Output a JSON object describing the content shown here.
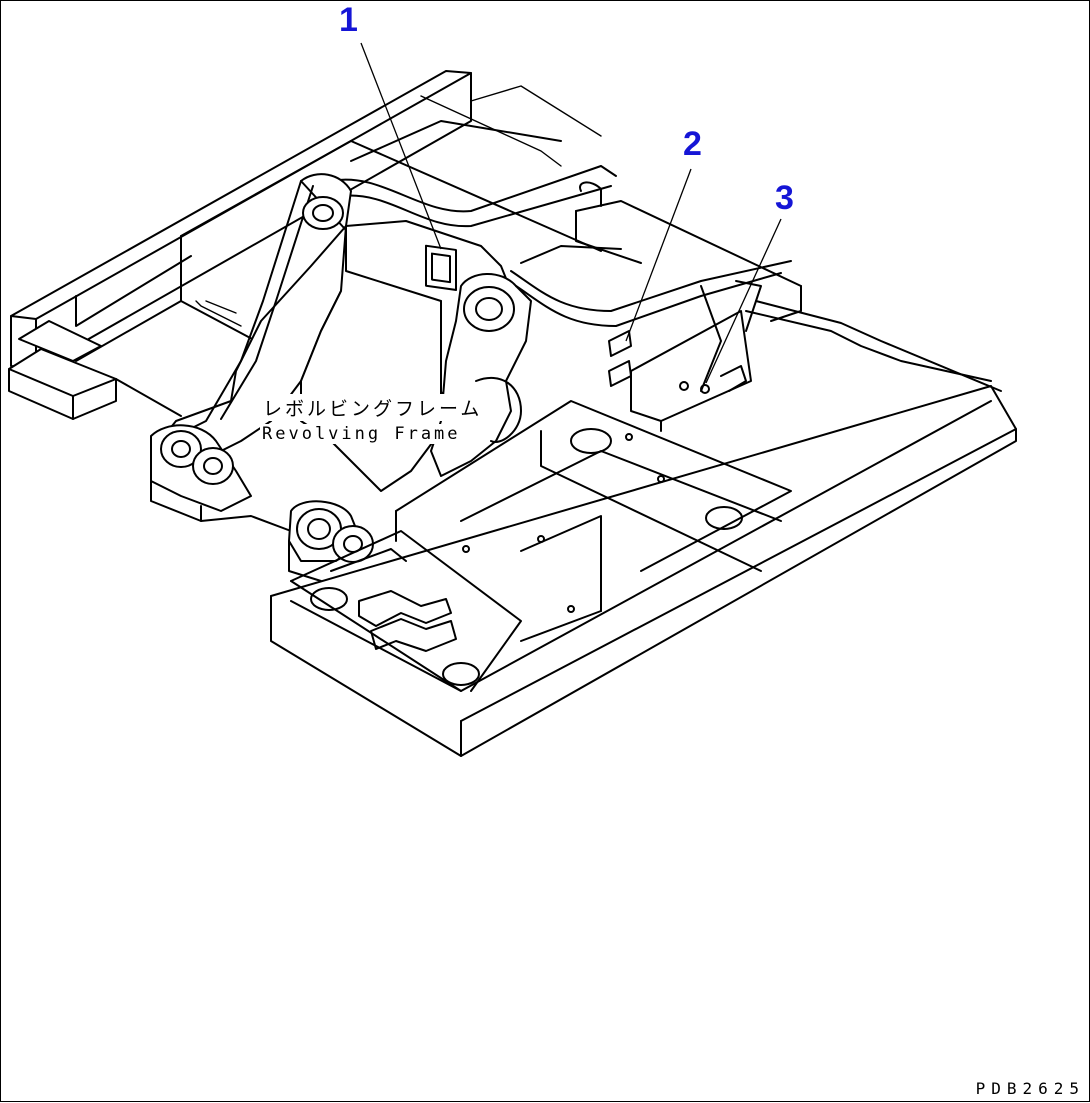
{
  "callouts": {
    "c1": "1",
    "c2": "2",
    "c3": "3"
  },
  "labels": {
    "japanese": "レボルビングフレーム",
    "english": "Revolving Frame"
  },
  "drawing_code": "PDB2625",
  "colors": {
    "callout": "#1515d6",
    "line": "#000000",
    "background": "#ffffff"
  }
}
